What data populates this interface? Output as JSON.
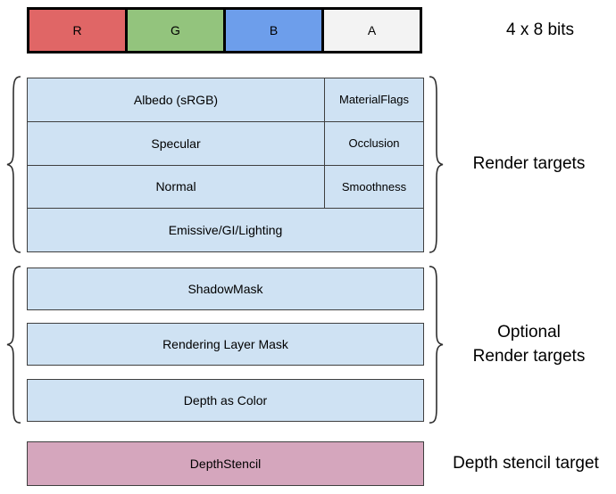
{
  "channel_bar": {
    "cells": [
      {
        "label": "R",
        "color": "#e06666"
      },
      {
        "label": "G",
        "color": "#93c47d"
      },
      {
        "label": "B",
        "color": "#6d9eeb"
      },
      {
        "label": "A",
        "color": "#f3f3f3"
      }
    ],
    "caption": "4 x 8 bits"
  },
  "render_targets": {
    "label": "Render targets",
    "rows": [
      {
        "main": "Albedo (sRGB)",
        "aux": "MaterialFlags"
      },
      {
        "main": "Specular",
        "aux": "Occlusion"
      },
      {
        "main": "Normal",
        "aux": "Smoothness"
      },
      {
        "main": "Emissive/GI/Lighting"
      }
    ]
  },
  "optional_targets": {
    "label_line1": "Optional",
    "label_line2": "Render targets",
    "rows": [
      "ShadowMask",
      "Rendering Layer Mask",
      "Depth as Color"
    ]
  },
  "depth_stencil": {
    "box_label": "DepthStencil",
    "label": "Depth stencil target"
  },
  "colors": {
    "render_target_fill": "#cfe2f3",
    "depth_stencil_fill": "#d5a6bd",
    "thin_border": "#3f3f3f",
    "thick_border": "#000000"
  }
}
